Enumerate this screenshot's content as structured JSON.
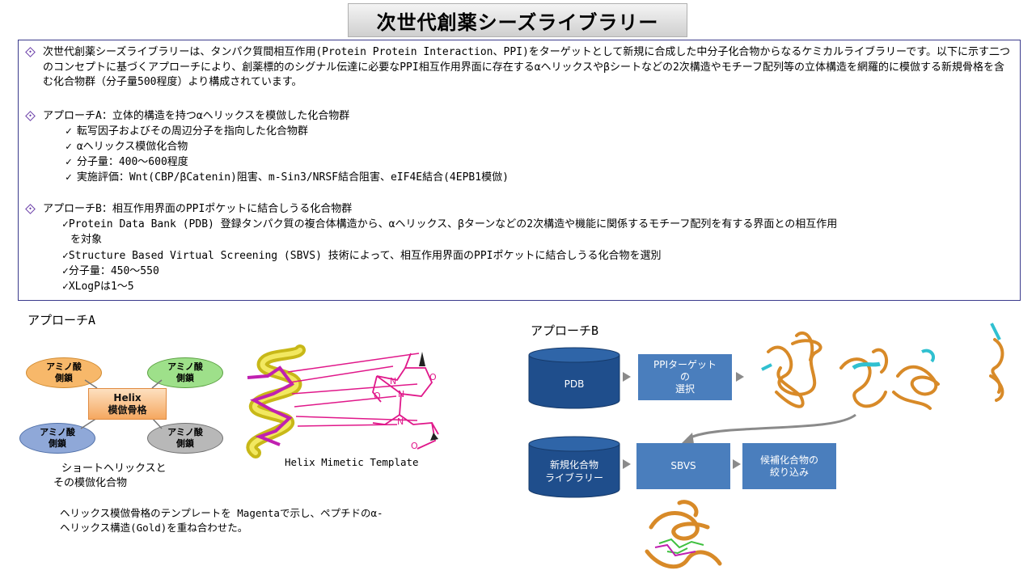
{
  "title": "次世代創薬シーズライブラリー",
  "summary": {
    "intro": "次世代創薬シーズライブラリーは、タンパク質間相互作用(Protein Protein Interaction、PPI)をターゲットとして新規に合成した中分子化合物からなるケミカルライブラリーです。以下に示す二つのコンセプトに基づくアプローチにより、創薬標的のシグナル伝達に必要なPPI相互作用界面に存在するαヘリックスやβシートなどの2次構造やモチーフ配列等の立体構造を網羅的に模倣する新規骨格を含む化合物群（分子量500程度）より構成されています。",
    "approach_a": {
      "heading": "アプローチA：立体的構造を持つαヘリックスを模倣した化合物群",
      "items": [
        "転写因子およびその周辺分子を指向した化合物群",
        "αヘリックス模倣化合物",
        "分子量：400～600程度",
        "実施評価：Wnt(CBP/βCatenin)阻害、m-Sin3/NRSF結合阻害、eIF4E結合(4EPB1模倣)"
      ]
    },
    "approach_b": {
      "heading": "アプローチB：相互作用界面のPPIポケットに結合しうる化合物群",
      "items": [
        "Protein Data Bank (PDB) 登録タンパク質の複合体構造から、αヘリックス、βターンなどの2次構造や機能に関係するモチーフ配列を有する界面との相互作用",
        "を対象",
        "Structure Based Virtual Screening (SBVS) 技術によって、相互作用界面のPPIポケットに結合しうる化合物を選別",
        "分子量：450～550",
        "XLogPは1～5"
      ]
    },
    "check_symbol": "✓"
  },
  "panel_a": {
    "label": "アプローチA",
    "amino": [
      {
        "line1": "アミノ酸",
        "line2": "側鎖",
        "color": "#f7b86a"
      },
      {
        "line1": "アミノ酸",
        "line2": "側鎖",
        "color": "#9ee08a"
      },
      {
        "line1": "アミノ酸",
        "line2": "側鎖",
        "color": "#8fa8d8"
      },
      {
        "line1": "アミノ酸",
        "line2": "側鎖",
        "color": "#b8b8b8"
      }
    ],
    "helix_line1": "Helix",
    "helix_line2": "模倣骨格",
    "caption1_line1": "ショートヘリックスと",
    "caption1_line2": "その模倣化合物",
    "template_label": "Helix Mimetic Template",
    "note_line1": "ヘリックス模倣骨格のテンプレートを Magentaで示し、ペプチドのα-",
    "note_line2": "ヘリックス構造(Gold)を重ね合わせた。"
  },
  "panel_b": {
    "label": "アプローチB",
    "pdb": "PDB",
    "ppi_line1": "PPIターゲット",
    "ppi_line2": "の",
    "ppi_line3": "選択",
    "library_line1": "新規化合物",
    "library_line2": "ライブラリー",
    "sbvs": "SBVS",
    "candidate_line1": "候補化合物の",
    "candidate_line2": "絞り込み"
  },
  "colors": {
    "flow_box": "#4a7ebd",
    "cylinder": "#1f4e8c",
    "magenta": "#d0188a",
    "gold": "#e0a020",
    "protein": "#d88a28",
    "cyan": "#30c0d0"
  }
}
